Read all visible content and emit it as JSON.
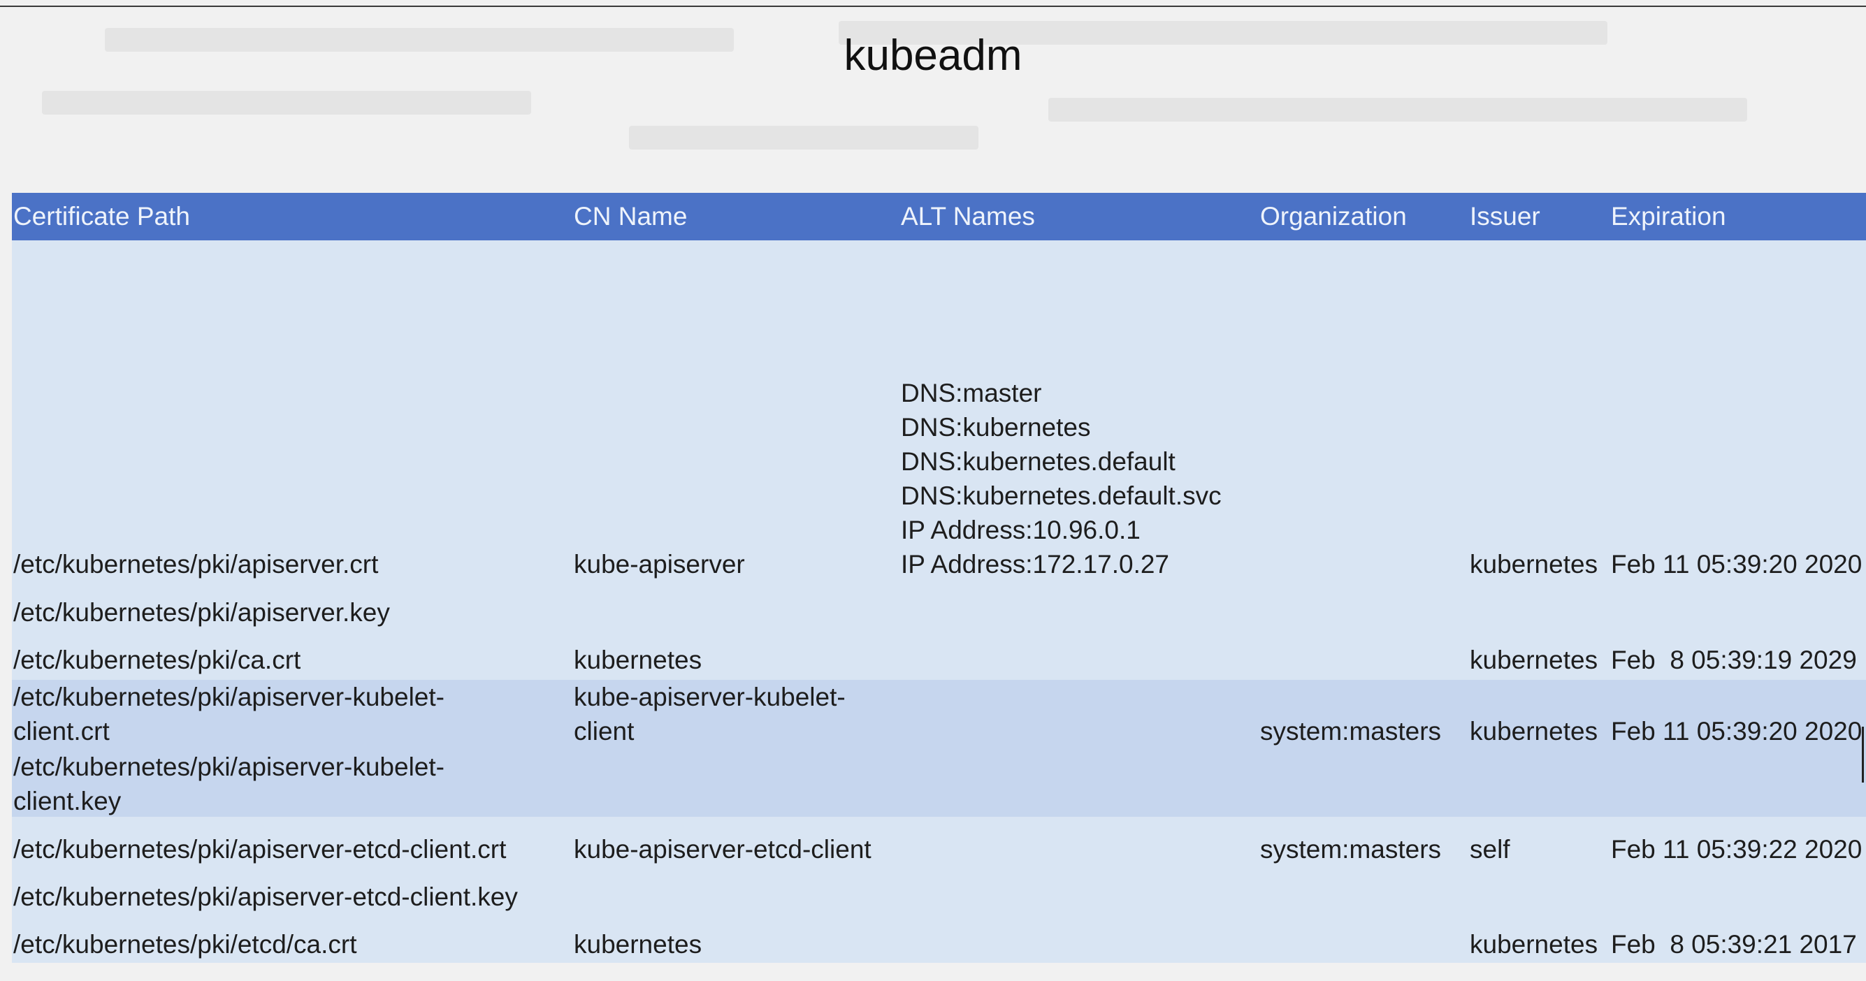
{
  "title": "kubeadm",
  "table": {
    "columns": [
      "Certificate Path",
      "CN Name",
      "ALT Names",
      "Organization",
      "Issuer",
      "Expiration"
    ],
    "rows": [
      {
        "path": "/etc/kubernetes/pki/apiserver.crt",
        "cn": "kube-apiserver",
        "alt_names": [
          "DNS:master",
          "DNS:kubernetes",
          "DNS:kubernetes.default",
          "DNS:kubernetes.default.svc",
          "IP Address:10.96.0.1",
          "IP Address:172.17.0.27"
        ],
        "organization": "",
        "issuer": "kubernetes",
        "expiration": "Feb 11 05:39:20 2020"
      },
      {
        "path": "/etc/kubernetes/pki/apiserver.key"
      },
      {
        "path": "/etc/kubernetes/pki/ca.crt",
        "cn": "kubernetes",
        "issuer": "kubernetes",
        "expiration": "Feb  8 05:39:19 2029"
      },
      {
        "path_lines": [
          "/etc/kubernetes/pki/apiserver-kubelet-",
          "client.crt"
        ],
        "cn_lines": [
          "kube-apiserver-kubelet-",
          "client"
        ],
        "organization": "system:masters",
        "issuer": "kubernetes",
        "expiration": "Feb 11 05:39:20 2020"
      },
      {
        "path_lines": [
          "/etc/kubernetes/pki/apiserver-kubelet-",
          "client.key"
        ]
      },
      {
        "path": "/etc/kubernetes/pki/apiserver-etcd-client.crt",
        "cn": "kube-apiserver-etcd-client",
        "organization": "system:masters",
        "issuer": "self",
        "expiration": "Feb 11 05:39:22 2020"
      },
      {
        "path": "/etc/kubernetes/pki/apiserver-etcd-client.key"
      },
      {
        "path": "/etc/kubernetes/pki/etcd/ca.crt",
        "cn": "kubernetes",
        "issuer": "kubernetes",
        "expiration": "Feb  8 05:39:21 2017"
      }
    ]
  }
}
